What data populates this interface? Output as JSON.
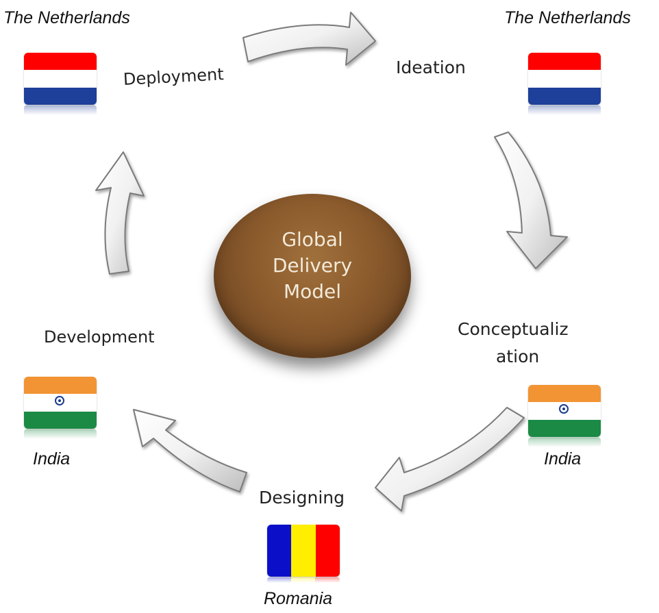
{
  "center": {
    "lines": [
      "Global",
      "Delivery",
      "Model"
    ]
  },
  "stages": {
    "ideation": "Ideation",
    "conceptualization_line1": "Conceptualiz",
    "conceptualization_line2": "ation",
    "designing": "Designing",
    "development": "Development",
    "deployment": "Deployment"
  },
  "countries": {
    "top_left": "The Netherlands",
    "top_right": "The Netherlands",
    "right": "India",
    "bottom": "Romania",
    "left": "India"
  },
  "colors": {
    "nl_red": "#ff0000",
    "nl_white": "#ffffff",
    "nl_blue": "#1e3f9a",
    "in_saffron": "#f29433",
    "in_white": "#ffffff",
    "in_green": "#1a8a45",
    "in_chakra": "#1b3c8c",
    "ro_blue": "#0b10c8",
    "ro_yellow": "#ffee00",
    "ro_red": "#ff0000",
    "center": "#8a5a2c"
  },
  "icons": [
    "flag-netherlands-icon",
    "flag-india-icon",
    "flag-romania-icon",
    "curved-arrow-icon"
  ]
}
